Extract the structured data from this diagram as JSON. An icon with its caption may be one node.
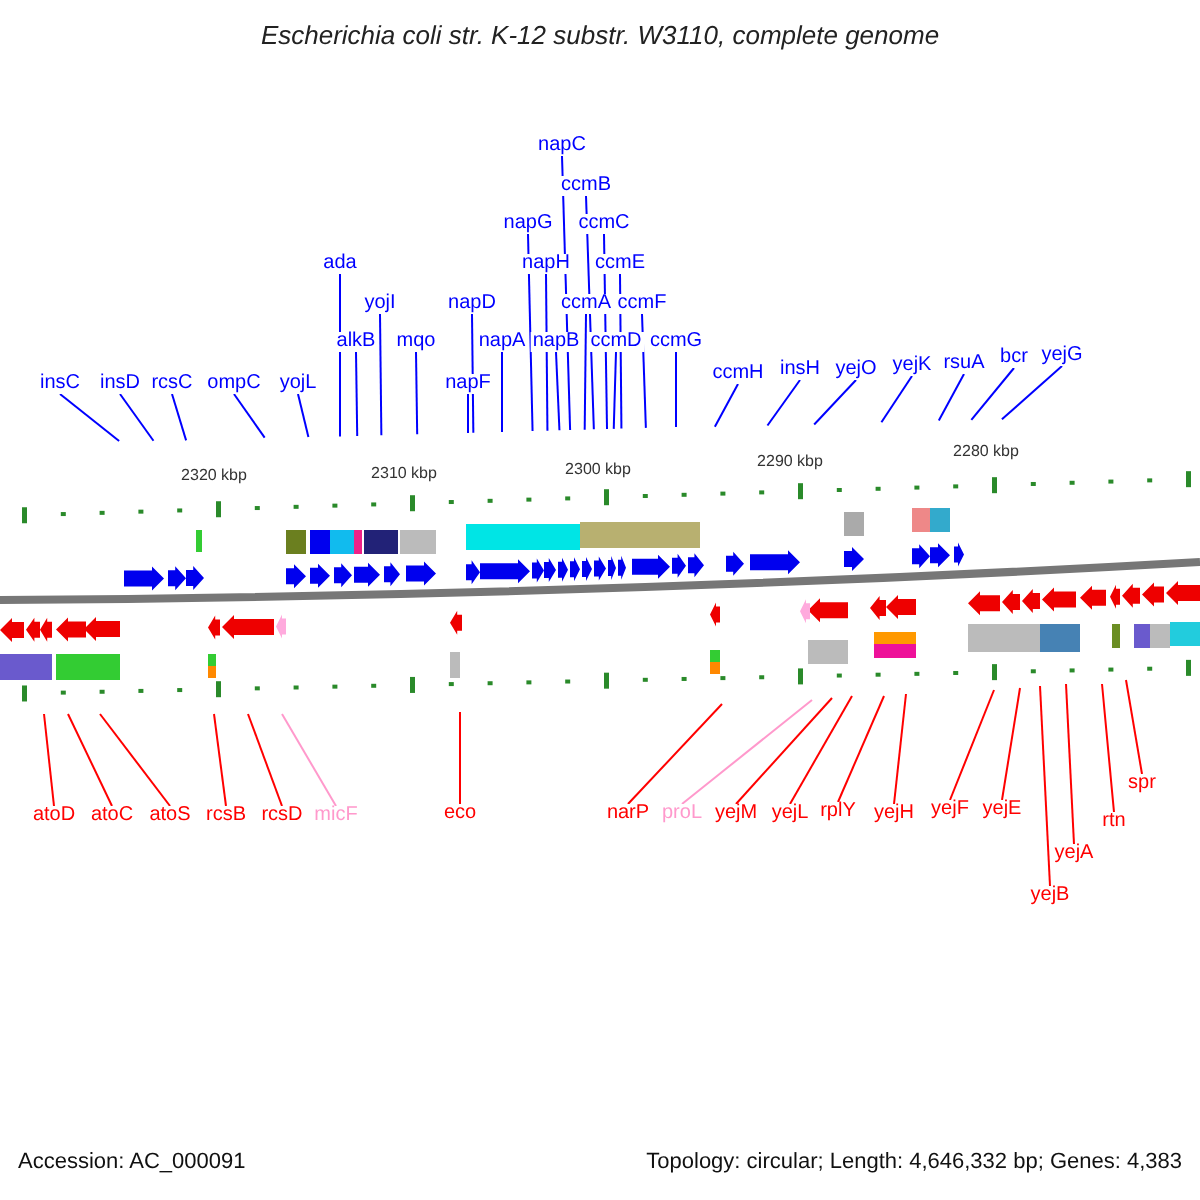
{
  "diagram": {
    "title": "Escherichia coli str. K-12 substr. W3110, complete genome",
    "nodes": [
      {
        "text": [
          "insC"
        ]
      },
      {
        "text": [
          "insD"
        ]
      },
      {
        "text": [
          "rcsC"
        ]
      },
      {
        "text": [
          "ompC"
        ]
      },
      {
        "text": [
          "yojL"
        ]
      },
      {
        "text": [
          "ada"
        ]
      },
      {
        "text": [
          "alkB"
        ]
      },
      {
        "text": [
          "yojI"
        ]
      },
      {
        "text": [
          "mqo"
        ]
      },
      {
        "text": [
          "napF"
        ]
      },
      {
        "text": [
          "napD"
        ]
      },
      {
        "text": [
          "napA"
        ]
      },
      {
        "text": [
          "napG"
        ]
      },
      {
        "text": [
          "napH"
        ]
      },
      {
        "text": [
          "napC"
        ]
      },
      {
        "text": [
          "napB"
        ]
      },
      {
        "text": [
          "ccmA"
        ]
      },
      {
        "text": [
          "ccmB"
        ]
      },
      {
        "text": [
          "ccmC"
        ]
      },
      {
        "text": [
          "ccmD"
        ]
      },
      {
        "text": [
          "ccmE"
        ]
      },
      {
        "text": [
          "ccmF"
        ]
      },
      {
        "text": [
          "ccmG"
        ]
      },
      {
        "text": [
          "ccmH"
        ]
      },
      {
        "text": [
          "insH"
        ]
      },
      {
        "text": [
          "yejO"
        ]
      },
      {
        "text": [
          "yejK"
        ]
      },
      {
        "text": [
          "rsuA"
        ]
      },
      {
        "text": [
          "bcr"
        ]
      },
      {
        "text": [
          "yejG"
        ]
      },
      {
        "text": [
          "atoD"
        ]
      },
      {
        "text": [
          "atoC"
        ]
      },
      {
        "text": [
          "atoS"
        ]
      },
      {
        "text": [
          "rcsB"
        ]
      },
      {
        "text": [
          "rcsD"
        ]
      },
      {
        "text": [
          "micF"
        ]
      },
      {
        "text": [
          "eco"
        ]
      },
      {
        "text": [
          "narP"
        ]
      },
      {
        "text": [
          "proL"
        ]
      },
      {
        "text": [
          "yejM"
        ]
      },
      {
        "text": [
          "yejL"
        ]
      },
      {
        "text": [
          "rplY"
        ]
      },
      {
        "text": [
          "yejH"
        ]
      },
      {
        "text": [
          "yejF"
        ]
      },
      {
        "text": [
          "yejE"
        ]
      },
      {
        "text": [
          "yejB"
        ]
      },
      {
        "text": [
          "yejA"
        ]
      },
      {
        "text": [
          "rtn"
        ]
      },
      {
        "text": [
          "spr"
        ]
      }
    ],
    "edges": [
      {
        "from": 0,
        "to": null,
        "arrow": "none"
      },
      {
        "from": 1,
        "to": null,
        "arrow": "none"
      },
      {
        "from": 2,
        "to": null,
        "arrow": "none"
      },
      {
        "from": 3,
        "to": null,
        "arrow": "none"
      },
      {
        "from": 4,
        "to": null,
        "arrow": "none"
      },
      {
        "from": 5,
        "to": null,
        "arrow": "none"
      },
      {
        "from": 6,
        "to": null,
        "arrow": "none"
      },
      {
        "from": 7,
        "to": null,
        "arrow": "none"
      },
      {
        "from": 8,
        "to": null,
        "arrow": "none"
      },
      {
        "from": 9,
        "to": null,
        "arrow": "none"
      },
      {
        "from": 10,
        "to": null,
        "arrow": "none"
      },
      {
        "from": 11,
        "to": null,
        "arrow": "none"
      },
      {
        "from": 12,
        "to": null,
        "arrow": "none"
      },
      {
        "from": 13,
        "to": null,
        "arrow": "none"
      },
      {
        "from": 14,
        "to": null,
        "arrow": "none"
      },
      {
        "from": 15,
        "to": null,
        "arrow": "none"
      },
      {
        "from": 16,
        "to": null,
        "arrow": "none"
      },
      {
        "from": 17,
        "to": null,
        "arrow": "none"
      },
      {
        "from": 18,
        "to": null,
        "arrow": "none"
      },
      {
        "from": 19,
        "to": null,
        "arrow": "none"
      },
      {
        "from": 20,
        "to": null,
        "arrow": "none"
      },
      {
        "from": 21,
        "to": null,
        "arrow": "none"
      },
      {
        "from": 22,
        "to": null,
        "arrow": "none"
      },
      {
        "from": 23,
        "to": null,
        "arrow": "none"
      },
      {
        "from": 24,
        "to": null,
        "arrow": "none"
      },
      {
        "from": 25,
        "to": null,
        "arrow": "none"
      },
      {
        "from": 26,
        "to": null,
        "arrow": "none"
      },
      {
        "from": 27,
        "to": null,
        "arrow": "none"
      },
      {
        "from": 28,
        "to": null,
        "arrow": "none"
      },
      {
        "from": 29,
        "to": null,
        "arrow": "none"
      },
      {
        "from": 30,
        "to": null,
        "arrow": "none",
        "color": "#ff0000"
      },
      {
        "from": 31,
        "to": null,
        "arrow": "none",
        "color": "#ff0000"
      },
      {
        "from": 32,
        "to": null,
        "arrow": "none",
        "color": "#ff0000"
      },
      {
        "from": 33,
        "to": null,
        "arrow": "none",
        "color": "#ff0000"
      },
      {
        "from": 34,
        "to": null,
        "arrow": "none",
        "color": "#ff0000"
      },
      {
        "from": 35,
        "to": null,
        "arrow": "none",
        "color": "#ff99cc"
      },
      {
        "from": 36,
        "to": null,
        "arrow": "none",
        "color": "#ff0000"
      },
      {
        "from": 37,
        "to": null,
        "arrow": "none",
        "color": "#ff0000"
      },
      {
        "from": 38,
        "to": null,
        "arrow": "none",
        "color": "#ff99cc"
      },
      {
        "from": 39,
        "to": null,
        "arrow": "none",
        "color": "#ff0000"
      },
      {
        "from": 40,
        "to": null,
        "arrow": "none",
        "color": "#ff0000"
      },
      {
        "from": 41,
        "to": null,
        "arrow": "none",
        "color": "#ff0000"
      },
      {
        "from": 42,
        "to": null,
        "arrow": "none",
        "color": "#ff0000"
      },
      {
        "from": 43,
        "to": null,
        "arrow": "none",
        "color": "#ff0000"
      },
      {
        "from": 44,
        "to": null,
        "arrow": "none",
        "color": "#ff0000"
      },
      {
        "from": 45,
        "to": null,
        "arrow": "none",
        "color": "#ff0000"
      },
      {
        "from": 46,
        "to": null,
        "arrow": "none",
        "color": "#ff0000"
      },
      {
        "from": 47,
        "to": null,
        "arrow": "none",
        "color": "#ff0000"
      },
      {
        "from": 48,
        "to": null,
        "arrow": "none",
        "color": "#ff0000"
      }
    ],
    "labels": [
      "2320 kbp",
      "2310 kbp",
      "2300 kbp",
      "2290 kbp",
      "2280 kbp",
      "Accession: AC_000091",
      "Topology: circular; Length: 4,646,332 bp; Genes: 4,383"
    ]
  }
}
